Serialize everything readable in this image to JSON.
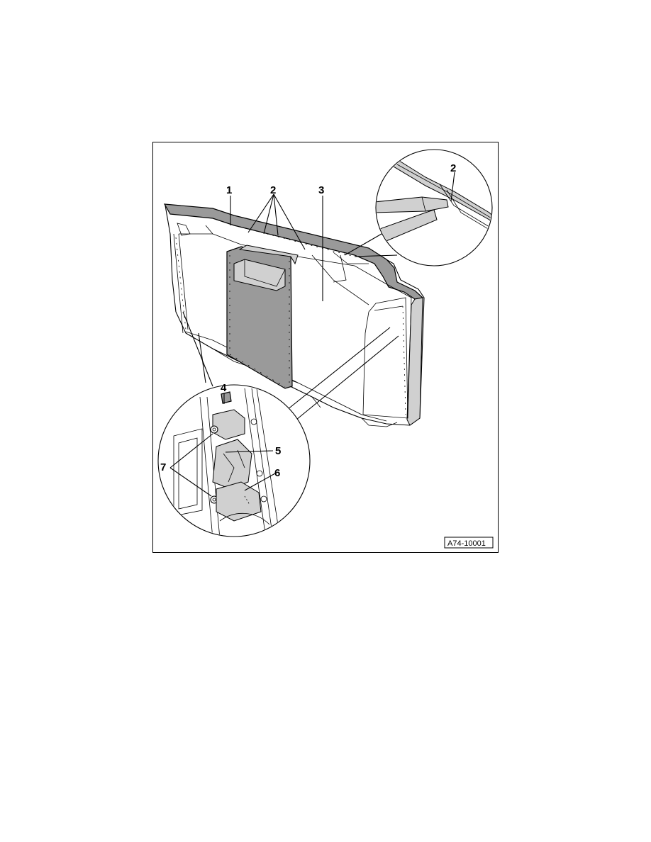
{
  "figure": {
    "code": "A74-10001",
    "callouts": [
      {
        "id": "c1",
        "text": "1"
      },
      {
        "id": "c2",
        "text": "2"
      },
      {
        "id": "c3",
        "text": "3"
      },
      {
        "id": "c2b",
        "text": "2"
      },
      {
        "id": "c4",
        "text": "4"
      },
      {
        "id": "c5",
        "text": "5"
      },
      {
        "id": "c6",
        "text": "6"
      },
      {
        "id": "c7",
        "text": "7"
      }
    ]
  }
}
